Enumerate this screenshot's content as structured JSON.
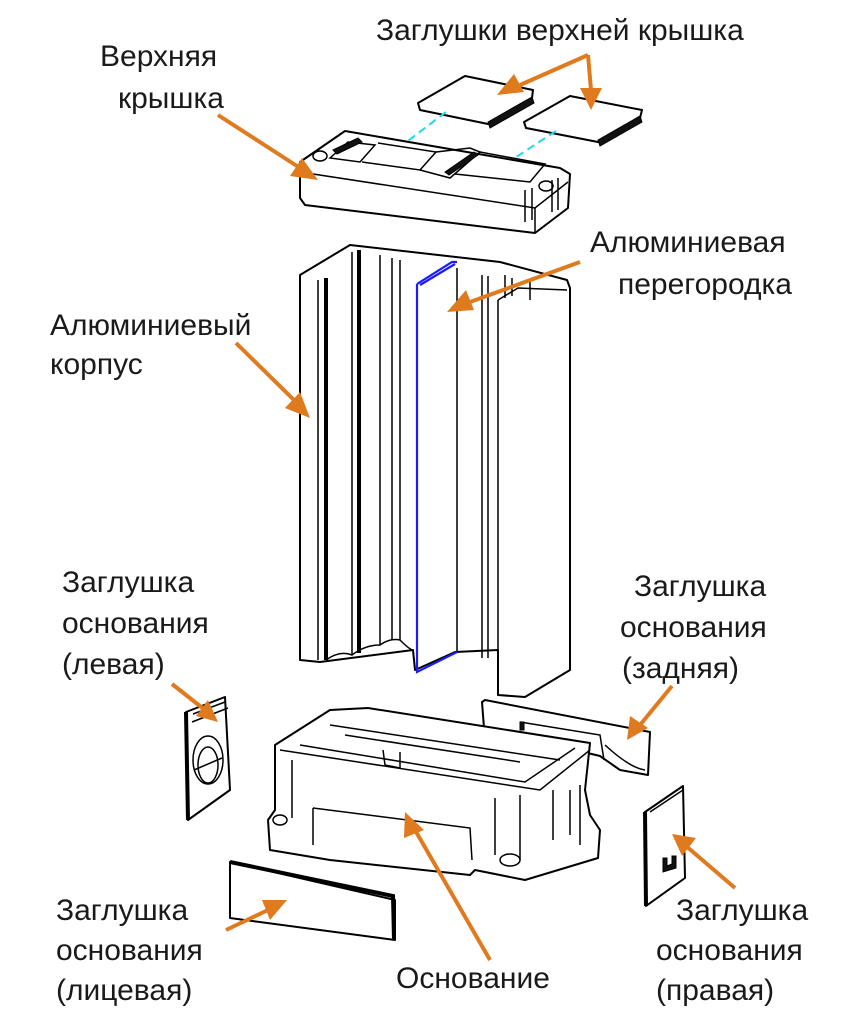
{
  "diagram": {
    "title": "Exploded view of aluminium enclosure assembly",
    "accent_colors": {
      "arrow": "#e07a1f",
      "partition_outline": "#1a1aff",
      "alignment_line": "#1fd8e8"
    },
    "labels": {
      "top_cover": [
        "Верхняя",
        "крышка"
      ],
      "top_cover_plugs": [
        "Заглушки верхней крышка"
      ],
      "aluminium_partition": [
        "Алюминиевая",
        "перегородка"
      ],
      "aluminium_body": [
        "Алюминиевый",
        "корпус"
      ],
      "base_plug_left": [
        "Заглушка",
        "основания",
        "(левая)"
      ],
      "base_plug_rear": [
        "Заглушка",
        "основания",
        "(задняя)"
      ],
      "base_plug_front": [
        "Заглушка",
        "основания",
        "(лицевая)"
      ],
      "base": [
        "Основание"
      ],
      "base_plug_right": [
        "Заглушка",
        "основания",
        "(правая)"
      ]
    }
  }
}
